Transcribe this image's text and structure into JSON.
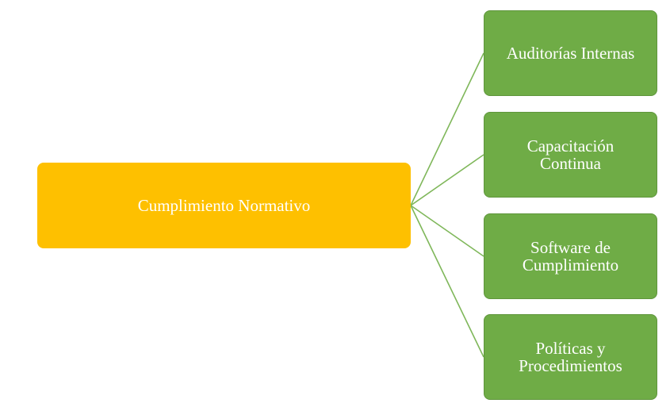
{
  "diagram": {
    "root": {
      "label": "Cumplimiento Normativo",
      "color": "#fec000"
    },
    "children": [
      {
        "label": "Auditorías Internas"
      },
      {
        "label": "Capacitación Continua"
      },
      {
        "label": "Software de Cumplimiento"
      },
      {
        "label": "Políticas y Procedimientos"
      }
    ],
    "child_color": "#6fac46",
    "connector_color": "#7fb75a"
  }
}
